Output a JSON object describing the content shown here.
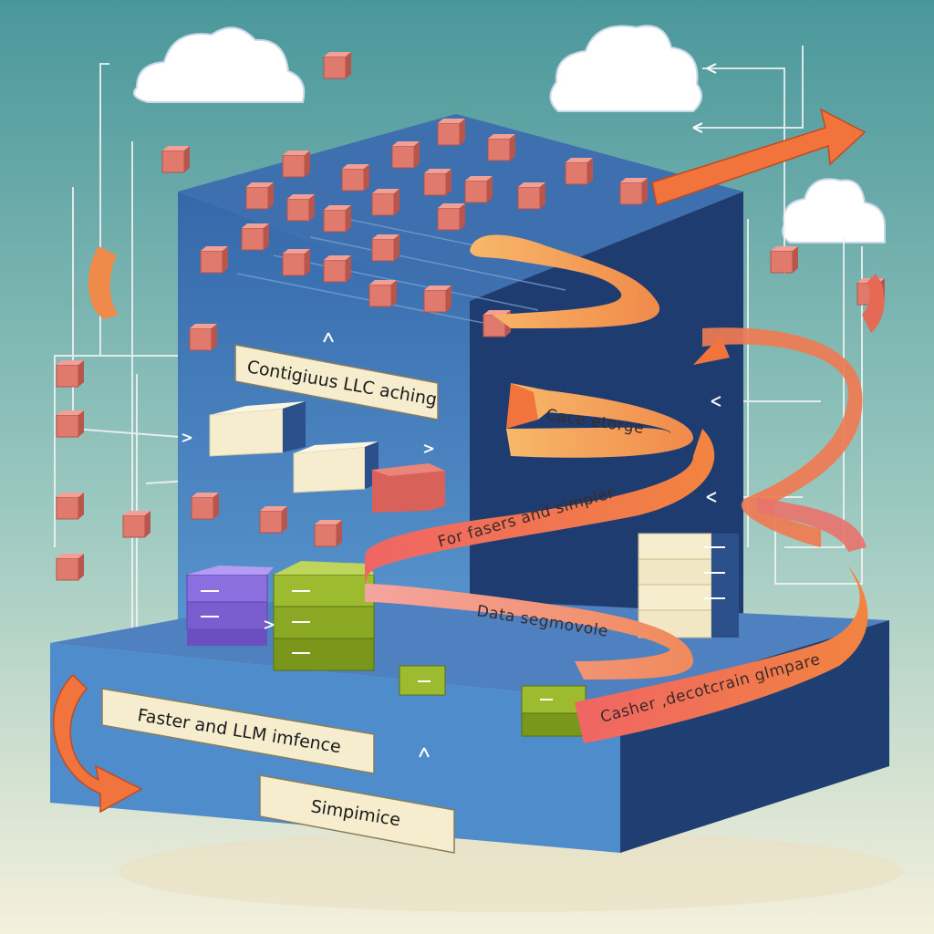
{
  "labels": {
    "top_sign": "Contigiuus LLC aching",
    "cache_ribbon": "Cace etorge",
    "faster_ribbon": "For fasers and simpler",
    "data_ribbon": "Data segmovole",
    "cashier_ribbon": "Casher ,decotcrain glmpare",
    "bottom_sign": "Faster and  LLM imfence",
    "simp_sign": "Simpimice"
  },
  "colors": {
    "sky_top": "#4e9c9c",
    "sky_bottom": "#f4efd9",
    "block_front": "#2f5f9c",
    "block_side": "#1d3a6b",
    "block_top": "#3e6fae",
    "cube": "#e07a6d",
    "ribbon_orange": "#f0743c",
    "ribbon_light": "#f6b36a",
    "ribbon_pink": "#ef6f6f",
    "purple": "#8b6fdf",
    "lime": "#9dbb2e",
    "cream": "#f5edce",
    "cloud": "#ffffff"
  },
  "icons": [
    "cloud-icon",
    "arrow-icon",
    "database-icon",
    "server-stack-icon",
    "data-cube-icon"
  ]
}
